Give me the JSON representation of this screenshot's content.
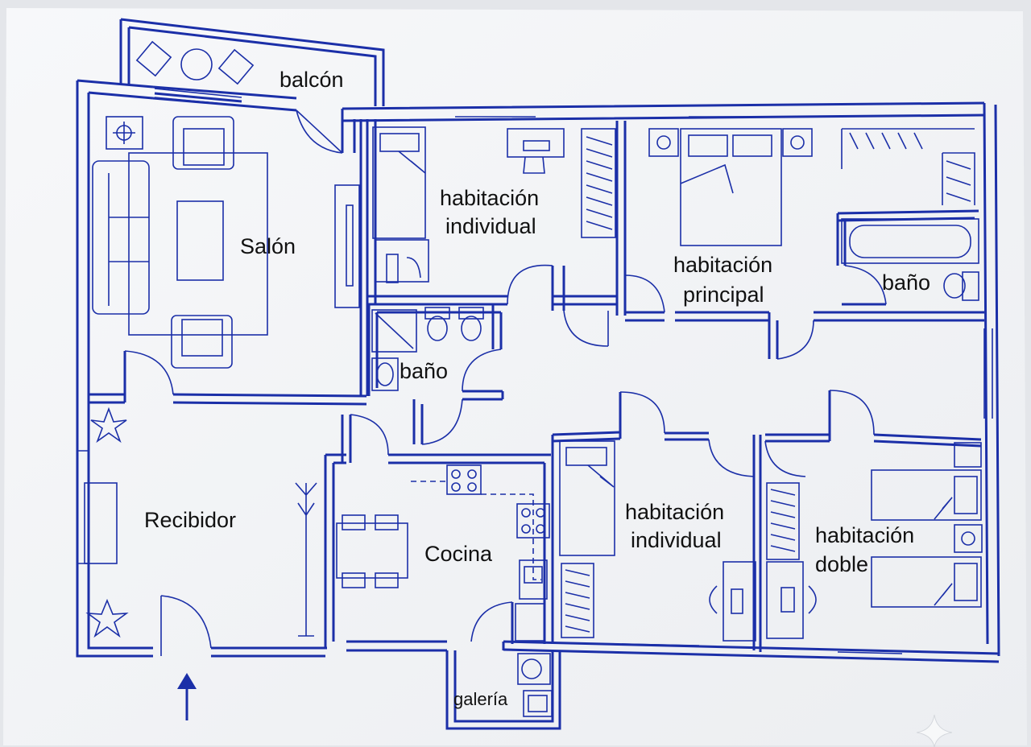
{
  "rooms": {
    "balcon": "balcón",
    "salon": "Salón",
    "hab_individual_1": [
      "habitación",
      "individual"
    ],
    "hab_principal": [
      "habitación",
      "principal"
    ],
    "bano_principal": "baño",
    "bano": "baño",
    "recibidor": "Recibidor",
    "cocina": "Cocina",
    "hab_individual_2": [
      "habitación",
      "individual"
    ],
    "hab_doble": [
      "habitación",
      "doble"
    ],
    "galeria": "galería"
  },
  "colors": {
    "ink": "#1b2fa8",
    "paper": "#f4f5f7",
    "text": "#111111"
  },
  "icons": [
    "entrance-arrow-icon",
    "sparkle-icon"
  ]
}
